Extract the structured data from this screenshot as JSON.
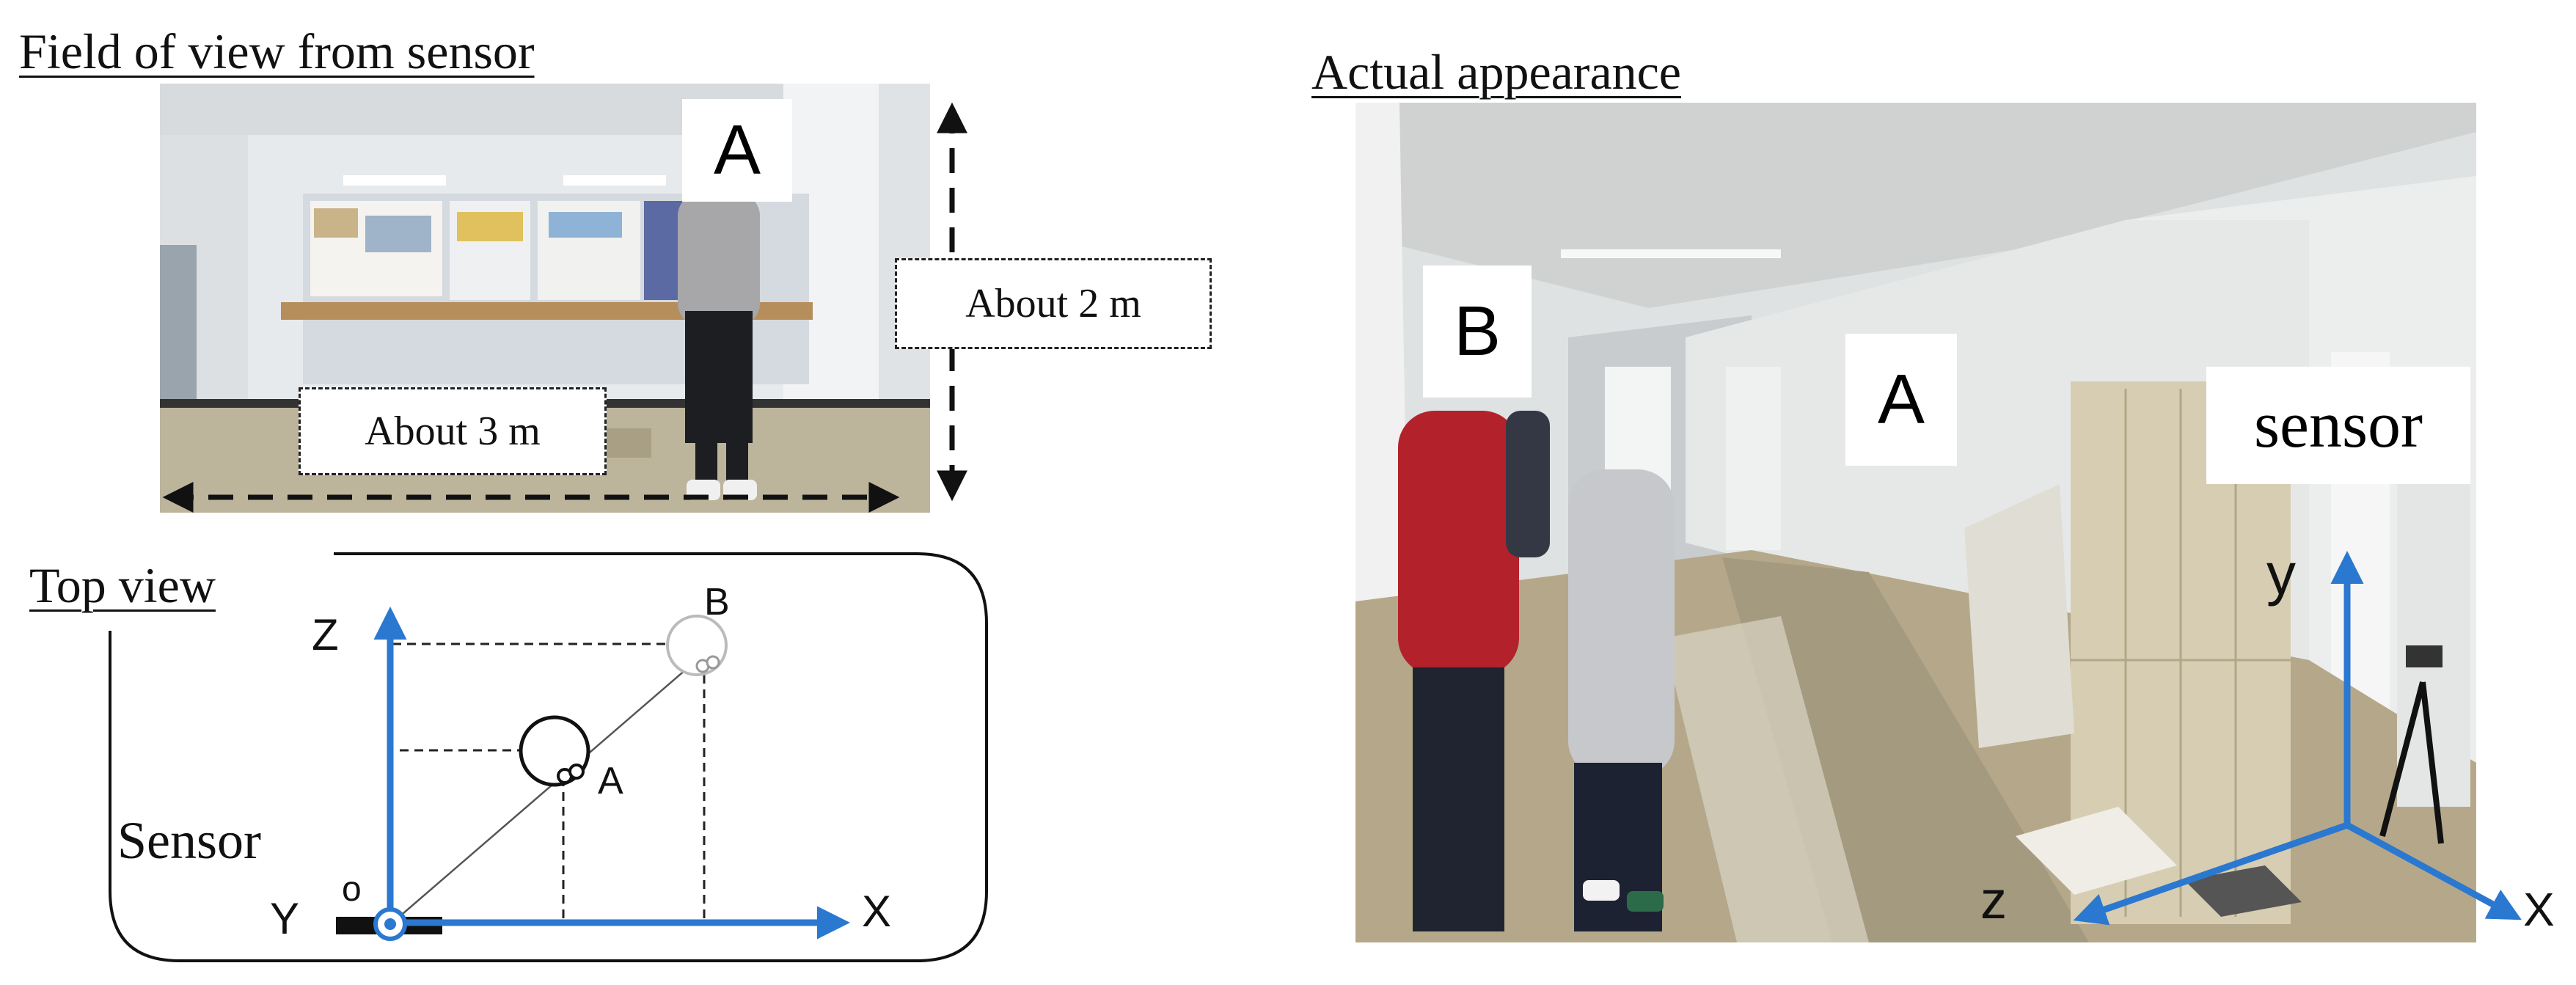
{
  "left_panel": {
    "title": "Field of view from sensor",
    "label_a": "A",
    "height_label": "About 2 m",
    "width_label": "About 3 m"
  },
  "top_view": {
    "title": "Top view",
    "sensor_label": "Sensor",
    "axis_z": "Z",
    "axis_x": "X",
    "axis_y": "Y",
    "origin": "o",
    "point_a": "A",
    "point_b": "B"
  },
  "right_panel": {
    "title": "Actual appearance",
    "label_a": "A",
    "label_b": "B",
    "sensor_label": "sensor",
    "axis_y": "y",
    "axis_z": "z",
    "axis_x": "X"
  },
  "colors": {
    "axis_blue": "#2a78d0",
    "wall": "#e9ecef",
    "floor": "#b7ab8c"
  }
}
